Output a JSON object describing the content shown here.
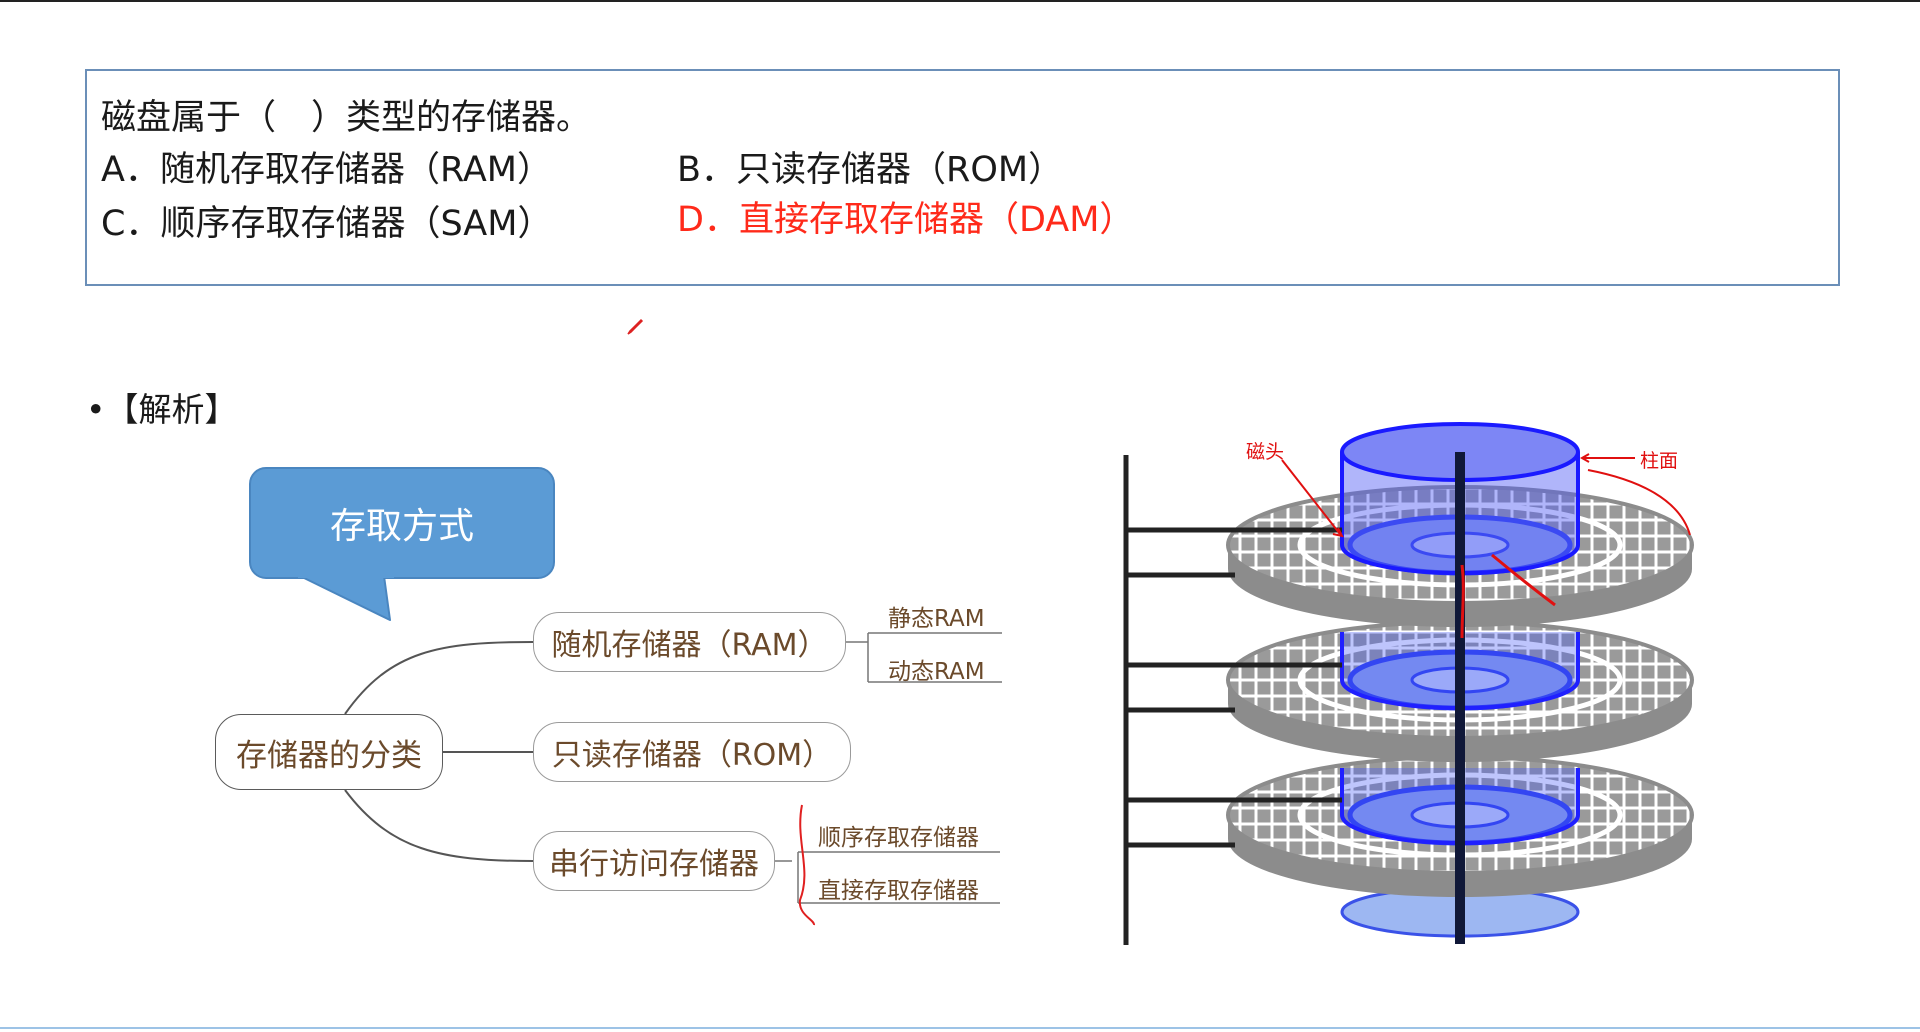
{
  "question": {
    "stem": "磁盘属于（　）类型的存储器。",
    "options": {
      "a": "A．随机存取存储器（RAM）",
      "b": "B．只读存储器（ROM）",
      "c": "C．顺序存取存储器（SAM）",
      "d": "D．直接存取存储器（DAM）"
    },
    "answer_color": "#ff2a1a"
  },
  "analysis": {
    "heading": "•【解析】"
  },
  "mindmap": {
    "callout": "存取方式",
    "root": "存储器的分类",
    "ram": "随机存储器（RAM）",
    "ram_children": [
      "静态RAM",
      "动态RAM"
    ],
    "rom": "只读存储器（ROM）",
    "serial": "串行访问存储器",
    "serial_children": [
      "顺序存取存储器",
      "直接存取存储器"
    ],
    "callout_color": "#5b9bd5"
  },
  "disk_figure": {
    "label_head": "磁头",
    "label_cylinder": "柱面",
    "platter_color": "#8c8c8c",
    "cylinder_color": "#2020ff"
  }
}
